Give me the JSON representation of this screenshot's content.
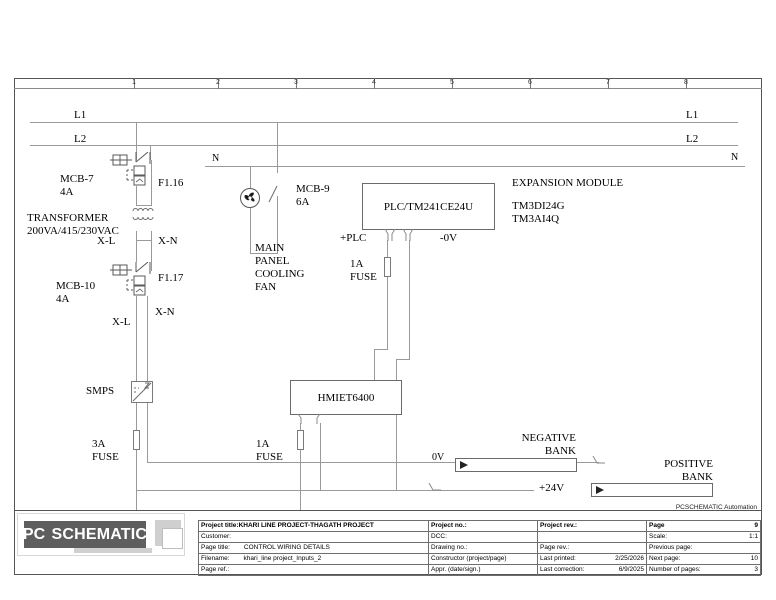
{
  "document": {
    "type": "electrical-schematic",
    "corporate_label": "PCSCHEMATIC Automation"
  },
  "ruler": {
    "numbers": [
      "1",
      "2",
      "3",
      "4",
      "5",
      "6",
      "7",
      "8"
    ]
  },
  "rails": {
    "l1_left": "L1",
    "l2_left": "L2",
    "l1_right": "L1",
    "l2_right": "L2",
    "n_right": "N",
    "n_mid": "N"
  },
  "components": {
    "mcb7": "MCB-7\n4A",
    "f116": "F1.16",
    "transformer": "TRANSFORMER\n200VA/415/230VAC",
    "xl_top": "X-L",
    "xn_top": "X-N",
    "mcb10": "MCB-10\n4A",
    "f117": "F1.17",
    "xl_bot": "X-L",
    "xn_bot": "X-N",
    "smps": "SMPS",
    "fuse_3a": "3A\nFUSE",
    "mcb9": "MCB-9\n6A",
    "fan": "MAIN\nPANEL\nCOOLING\nFAN",
    "plc": "PLC/TM241CE24U",
    "plc_plus": "+PLC",
    "plc_minus": "-0V",
    "fuse_1a_plc": "1A\nFUSE",
    "expansion_title": "EXPANSION MODULE",
    "expansion_modules": "TM3DI24G\nTM3AI4Q",
    "hmi": "HMIET6400",
    "fuse_1a_hmi": "1A\nFUSE",
    "zero_v": "0V",
    "negative_bank": "NEGATIVE\nBANK",
    "plus_24v": "+24V",
    "positive_bank": "POSITIVE\nBANK"
  },
  "title_block": {
    "rows": [
      {
        "left_key": "Project title:",
        "left_val": "KHARI LINE PROJECT-THAGATH PROJECT",
        "mid_key": "Project no.:",
        "mid_val": "",
        "rev_key": "Project rev.:",
        "rev_val": "",
        "right_key": "Page",
        "right_val": "9"
      },
      {
        "left_key": "Customer:",
        "left_val": "",
        "mid_key": "DCC:",
        "mid_val": "",
        "rev_key": "",
        "rev_val": "",
        "right_key": "Scale:",
        "right_val": "1:1"
      },
      {
        "left_key": "Page title:",
        "left_val": "CONTROL  WIRING DETAILS",
        "mid_key": "Drawing no.:",
        "mid_val": "",
        "rev_key": "Page rev.:",
        "rev_val": "",
        "right_key": "Previous page:",
        "right_val": ""
      },
      {
        "left_key": "Filename:",
        "left_val": "khari_line project_Inputs_2",
        "mid_key": "Constructor (project/page)",
        "mid_val": "",
        "rev_key": "Last printed:",
        "rev_val": "2/25/2026",
        "right_key": "Next page:",
        "right_val": "10"
      },
      {
        "left_key": "Page ref.:",
        "left_val": "",
        "mid_key": "Appr. (date/sign.)",
        "mid_val": "",
        "rev_key": "Last correction:",
        "rev_val": "6/9/2025",
        "right_key": "Number of pages:",
        "right_val": "3"
      }
    ]
  },
  "logo": {
    "text_left": "PC",
    "text_right": "SCHEMATIC"
  },
  "colors": {
    "wire": "#9a9a9a",
    "frame": "#555555",
    "logo_bg": "#5e5e5e",
    "text": "#000000"
  }
}
